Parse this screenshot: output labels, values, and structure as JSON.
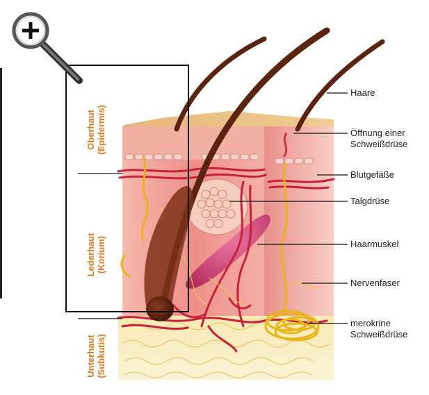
{
  "labels": {
    "haare": "Haare",
    "oeffnung_line1": "Öffnung einer",
    "oeffnung_line2": "Schweißdrüse",
    "blutgefaesse": "Blutgefäße",
    "talgdruese": "Talgdrüse",
    "haarmuskel": "Haarmuskel",
    "nervenfaser": "Nervenfaser",
    "merokrine_line1": "merokrine",
    "merokrine_line2": "Schweißdrüse"
  },
  "layers": {
    "oberhaut_line1": "Oberhaut",
    "oberhaut_line2": "(Epidermis)",
    "lederhaut_line1": "Lederhaut",
    "lederhaut_line2": "(Korium)",
    "unterhaut_line1": "Unterhaut",
    "unterhaut_line2": "(Subkutis)"
  },
  "icons": {
    "zoom": "zoom-in-magnifier-icon"
  },
  "colors": {
    "layer_label": "#e07a1e",
    "epidermis": "#f4b7a8",
    "dermis": "#ef9a92",
    "subcutis": "#f3e6a8",
    "hair": "#5a2410",
    "vessel": "#c8203a",
    "nerve": "#e8b418",
    "muscle": "#c83a6a"
  }
}
